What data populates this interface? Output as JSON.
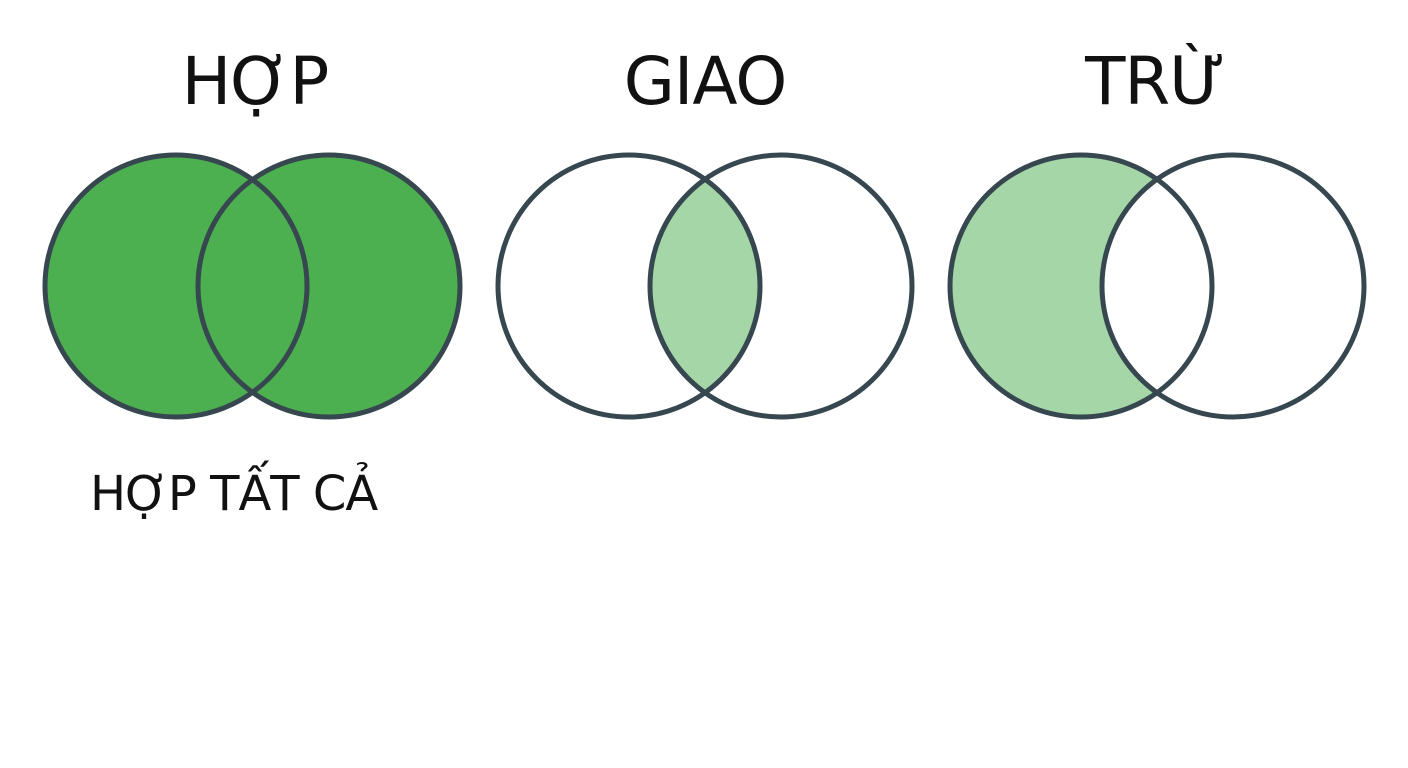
{
  "panels": [
    {
      "title": "HỢP",
      "operation": "union",
      "left_fill": "#4caf50",
      "right_fill": "#4caf50",
      "overlap_fill": "#4caf50",
      "caption": "HỢP TẤT CẢ"
    },
    {
      "title": "GIAO",
      "operation": "intersection",
      "left_fill": "#ffffff",
      "right_fill": "#ffffff",
      "overlap_fill": "#a5d6a7"
    },
    {
      "title": "TRỪ",
      "operation": "difference",
      "left_fill": "#a5d6a7",
      "right_fill": "#ffffff",
      "overlap_fill": "#ffffff"
    }
  ],
  "colors": {
    "outline": "#37474f",
    "background": "#ffffff"
  }
}
